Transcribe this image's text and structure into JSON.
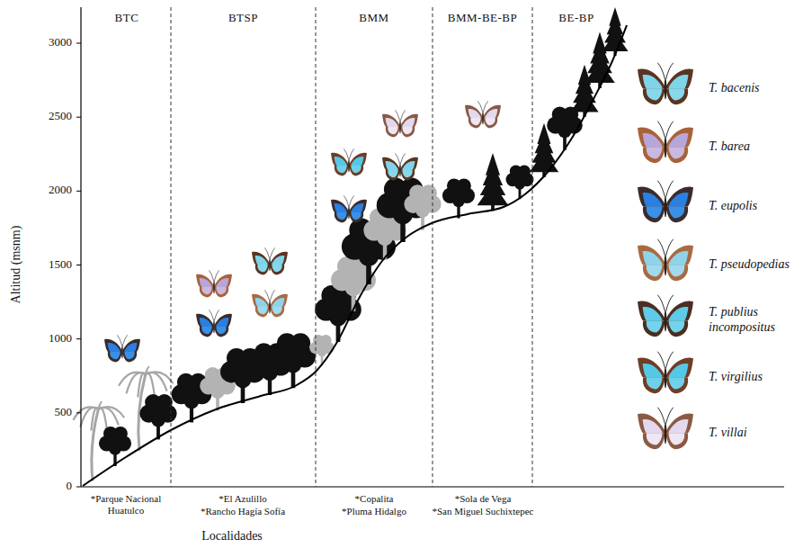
{
  "diagram": {
    "nodes": [
      {
        "text": [
          "BTC"
        ]
      },
      {
        "text": [
          "BTSP"
        ]
      },
      {
        "text": [
          "BMM"
        ]
      },
      {
        "text": [
          "BMM-BE-BP"
        ]
      },
      {
        "text": [
          "BE-BP"
        ]
      }
    ],
    "labels": [
      "3000",
      "2500",
      "2000",
      "1500",
      "1000",
      "500",
      "0",
      "Altitud (msnm)",
      "*Parque Nacional Huatulco",
      "*El Azulillo",
      "*Rancho Hagía Sofía",
      "*Copalita",
      "*Pluma Hidalgo",
      "*Sola de Vega",
      "*San Miguel Suchixtepec",
      "Localidades"
    ],
    "legend": [
      {
        "text": "T. bacenis"
      },
      {
        "text": "T. barea"
      },
      {
        "text": "T. eupolis"
      },
      {
        "text": "T. pseudopedias"
      },
      {
        "text": "T. publius incompositus"
      },
      {
        "text": "T. virgilius"
      },
      {
        "text": "T. villai"
      }
    ]
  }
}
